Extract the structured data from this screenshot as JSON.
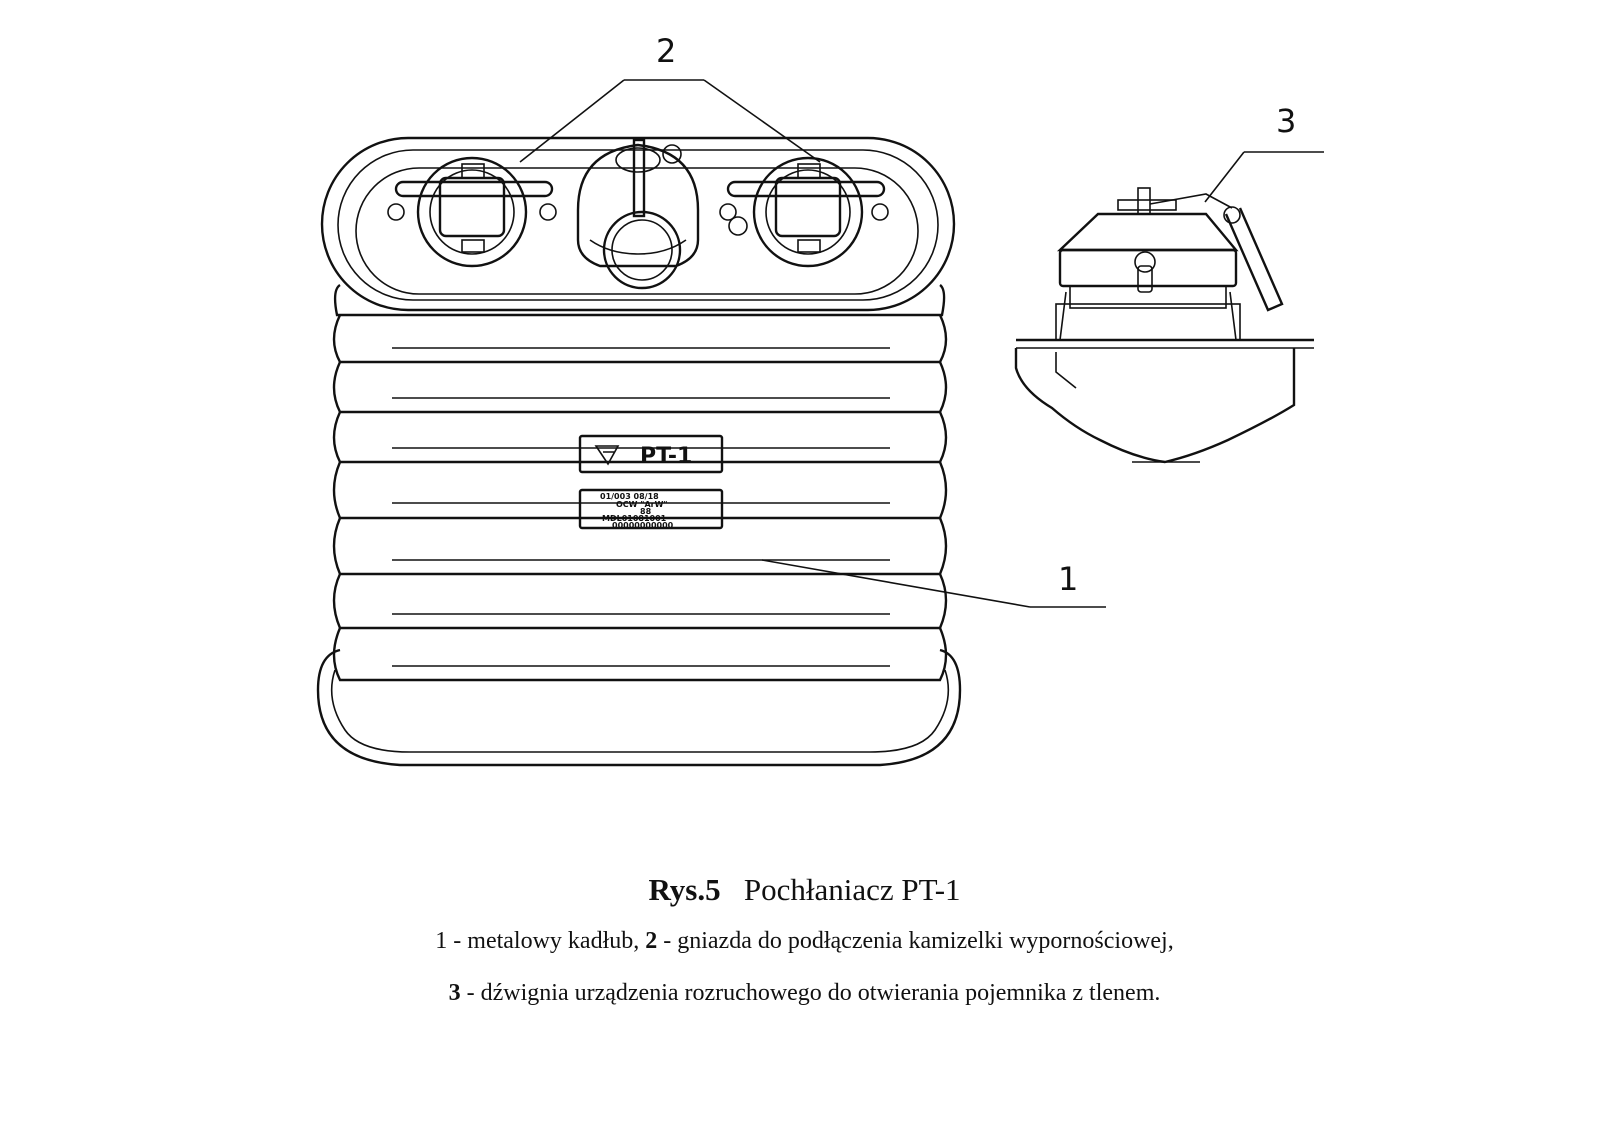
{
  "callouts": {
    "hull": "1",
    "sockets": "2",
    "lever": "3"
  },
  "plates": {
    "name_plate": "PT-1",
    "serial_plate_lines": [
      "01/003 08/18",
      "OCW \"ArW\"",
      "88",
      "MDL01081001",
      "00000000000"
    ]
  },
  "caption": {
    "figure_label": "Rys.5",
    "figure_title": "Pochłaniacz PT-1"
  },
  "legend": {
    "item1_number": "1",
    "item1_text": " - metalowy kadłub, ",
    "item2_number": "2",
    "item2_text": " - gniazda do podłączenia kamizelki wypornościowej,",
    "item3_number": "3",
    "item3_text": " - dźwignia urządzenia rozruchowego do otwierania pojemnika z tlenem."
  }
}
